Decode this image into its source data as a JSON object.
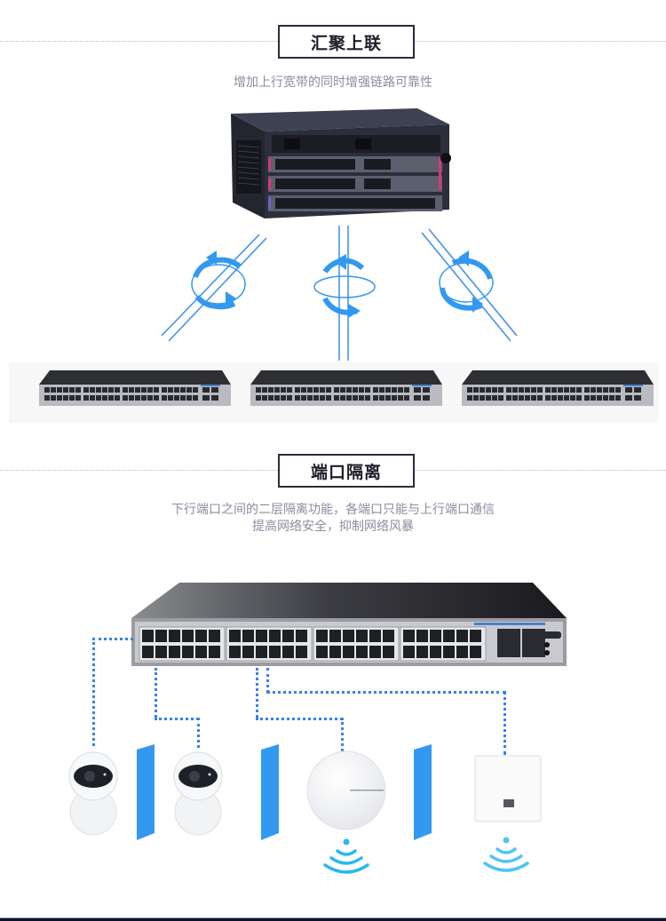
{
  "sections": [
    {
      "title": "汇聚上联",
      "description": [
        "增加上行宽带的同时增强链路可靠性"
      ]
    },
    {
      "title": "端口隔离",
      "description": [
        "下行端口之间的二层隔离功能，各端口只能与上行端口通信",
        "提高网络安全，抑制网络风暴"
      ]
    }
  ],
  "diagram": {
    "core_device": "chassis-switch",
    "access_switches": [
      "access-switch-1",
      "access-switch-2",
      "access-switch-3"
    ],
    "endpoints": [
      "ip-camera-1",
      "ip-camera-2",
      "ceiling-ap",
      "wall-plate-ap"
    ],
    "colors": {
      "link_blue": "#3a8ef0",
      "isolation_wall": "#3399f0",
      "wifi_cyan": "#2ab8f0",
      "header_border": "#2c2c3c",
      "subtitle_gray": "#8a8ca0"
    }
  }
}
